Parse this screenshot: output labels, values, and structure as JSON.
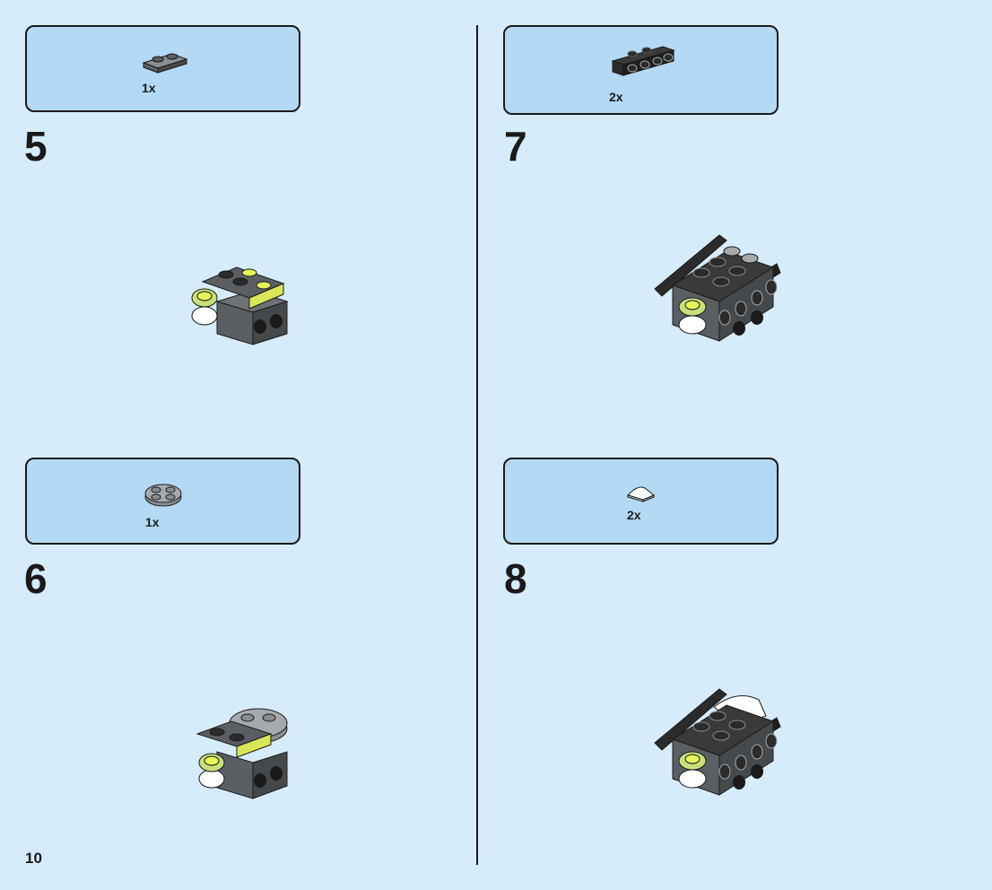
{
  "page_number": "10",
  "colors": {
    "background": "#d6ecfb",
    "callout_fill": "#b3d9f5",
    "outline": "#1a1a1a",
    "dark_gray": "#5b5f63",
    "black_part": "#2b2b2b",
    "light_gray": "#a6aaad",
    "trans_yellow": "#e6f45a",
    "trans_green": "#c8e07a",
    "white_part": "#ffffff"
  },
  "steps": [
    {
      "number": "5",
      "part_quantity": "1x",
      "part_icon": "plate-1x2-dark-gray-icon"
    },
    {
      "number": "6",
      "part_quantity": "1x",
      "part_icon": "round-plate-2x2-light-gray-icon"
    },
    {
      "number": "7",
      "part_quantity": "2x",
      "part_icon": "bracket-plate-black-icon"
    },
    {
      "number": "8",
      "part_quantity": "2x",
      "part_icon": "curved-slope-white-icon"
    }
  ]
}
